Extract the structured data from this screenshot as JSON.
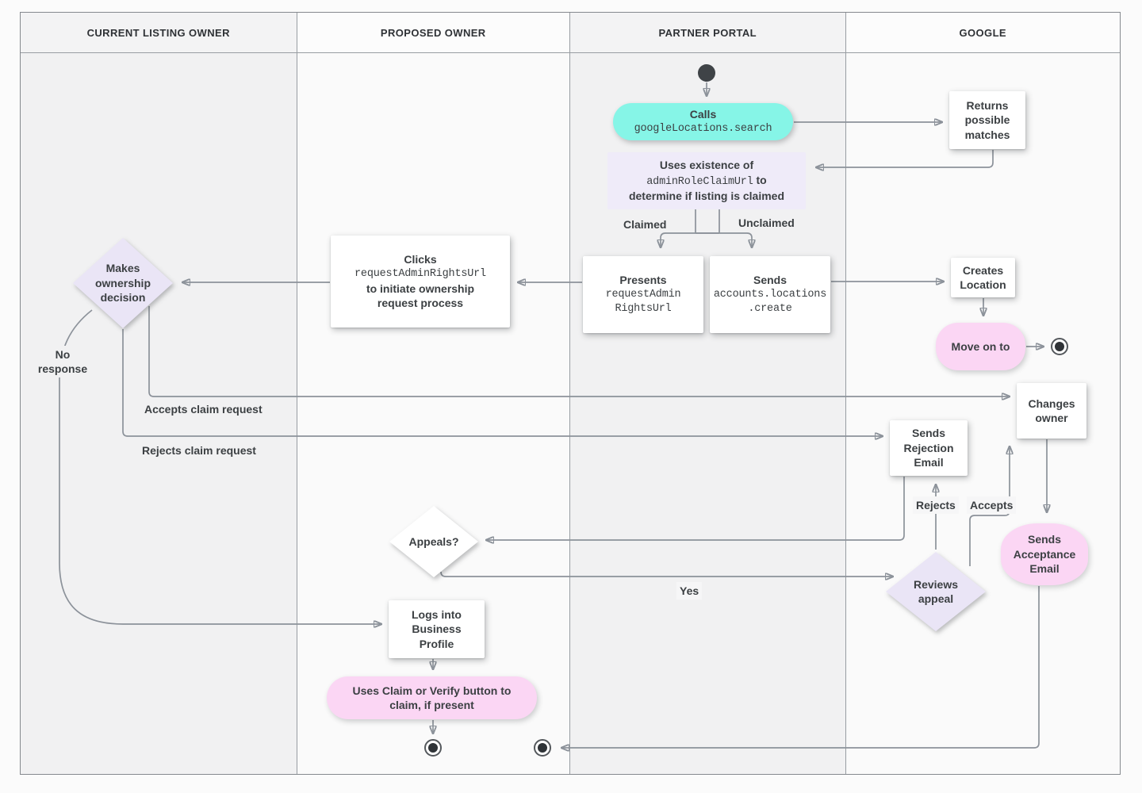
{
  "lanes": [
    {
      "label": "CURRENT LISTING OWNER"
    },
    {
      "label": "PROPOSED OWNER"
    },
    {
      "label": "PARTNER PORTAL"
    },
    {
      "label": "GOOGLE"
    }
  ],
  "colors": {
    "teal": "#86f5e7",
    "lavender_box": "#efebf9",
    "lavender_diamond": "#eae5f6",
    "pink": "#fbd6f4",
    "line": "#8c929a",
    "text": "#3c4043"
  },
  "nodes": {
    "calls": {
      "title": "Calls",
      "code": "googleLocations.search"
    },
    "returns_matches": {
      "text": "Returns possible matches"
    },
    "uses_existence": {
      "line1": "Uses existence of",
      "code": "adminRoleClaimUrl",
      "suffix": " to",
      "line3": "determine if listing is claimed"
    },
    "presents": {
      "title": "Presents",
      "code_lines": [
        "requestAdmin",
        "RightsUrl"
      ]
    },
    "sends_create": {
      "title": "Sends",
      "code_lines": [
        "accounts.locations",
        ".create"
      ]
    },
    "clicks": {
      "title": "Clicks",
      "code": "requestAdminRightsUrl",
      "rest": "to initiate ownership request process"
    },
    "makes_decision": {
      "text": "Makes ownership decision"
    },
    "creates_location": {
      "text": "Creates Location"
    },
    "move_on": {
      "text": "Move on to"
    },
    "changes_owner": {
      "text": "Changes owner"
    },
    "sends_rejection": {
      "text": "Sends Rejection Email"
    },
    "sends_acceptance": {
      "text": "Sends Acceptance Email"
    },
    "reviews_appeal": {
      "text": "Reviews appeal"
    },
    "appeals": {
      "text": "Appeals?"
    },
    "logs_into": {
      "text": "Logs into Business Profile"
    },
    "uses_claim": {
      "text": "Uses Claim or Verify button to claim, if present"
    }
  },
  "edge_labels": {
    "claimed": "Claimed",
    "unclaimed": "Unclaimed",
    "no_response": "No response",
    "accepts_claim": "Accepts claim request",
    "rejects_claim": "Rejects claim request",
    "rejects": "Rejects",
    "accepts": "Accepts",
    "yes": "Yes"
  }
}
